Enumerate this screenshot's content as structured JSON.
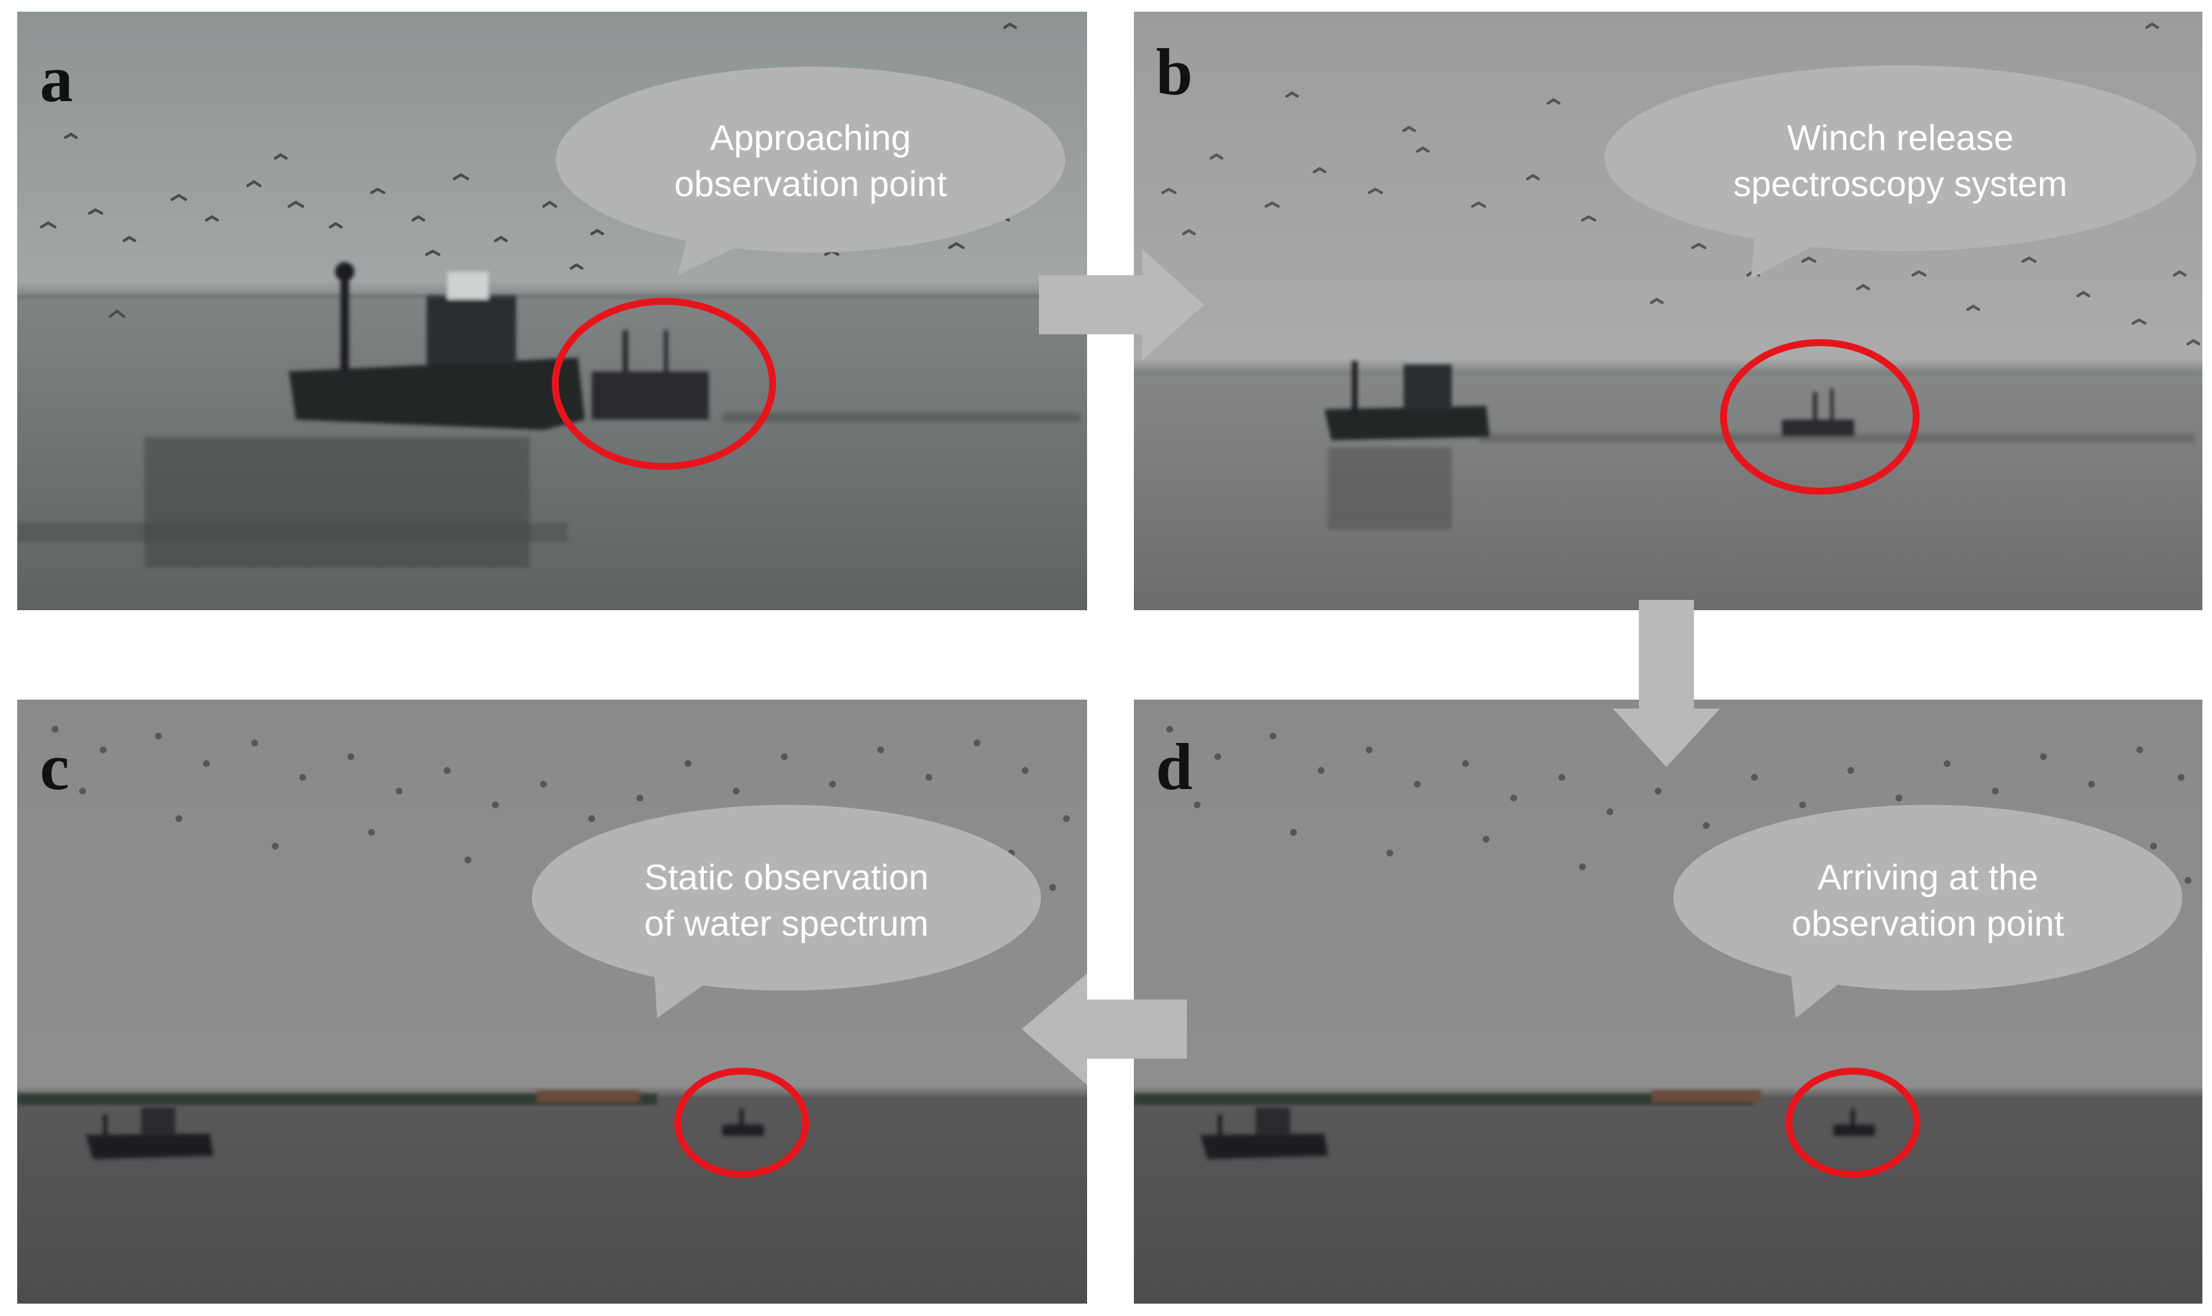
{
  "panels": [
    {
      "letter": "a",
      "caption_line1": "Approaching",
      "caption_line2": "observation point"
    },
    {
      "letter": "b",
      "caption_line1": "Winch release",
      "caption_line2": "spectroscopy system"
    },
    {
      "letter": "c",
      "caption_line1": "Static observation",
      "caption_line2": "of water spectrum"
    },
    {
      "letter": "d",
      "caption_line1": "Arriving at the",
      "caption_line2": "observation point"
    }
  ],
  "colors": {
    "highlight_circle": "#e8141c",
    "bubble": "#b4b4b4",
    "arrow": "#b9b9b9"
  }
}
